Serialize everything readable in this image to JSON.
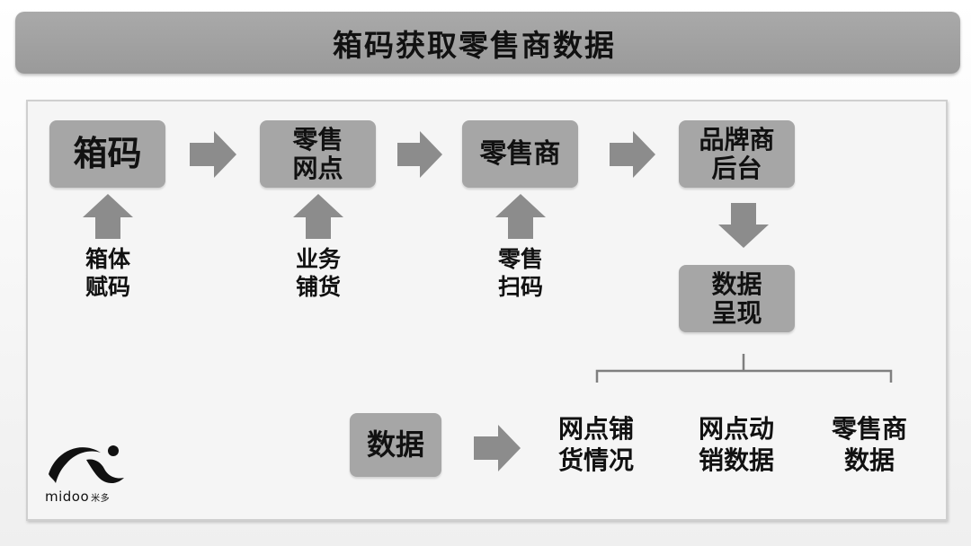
{
  "title": "箱码获取零售商数据",
  "top_flow": [
    {
      "id": "box_code",
      "text": "箱码"
    },
    {
      "id": "retail_outlet",
      "text": "零售\n网点"
    },
    {
      "id": "retailer",
      "text": "零售商"
    },
    {
      "id": "brand_backend",
      "text": "品牌商\n后台"
    }
  ],
  "inputs": [
    {
      "id": "box_body_code",
      "text": "箱体\n赋码"
    },
    {
      "id": "business_stocking",
      "text": "业务\n铺货"
    },
    {
      "id": "retail_scan",
      "text": "零售\n扫码"
    }
  ],
  "data_presentation": "数据\n呈现",
  "bottom": {
    "data_box": "数据",
    "outputs": [
      "网点铺\n货情况",
      "网点动\n销数据",
      "零售商\n数据"
    ]
  },
  "logo": {
    "text": "midoo",
    "cn": "米多"
  },
  "colors": {
    "box": "#a6a6a6",
    "arrow": "#8c8c8c",
    "title_bar": "#a3a3a3",
    "bracket": "#7f7f7f"
  }
}
